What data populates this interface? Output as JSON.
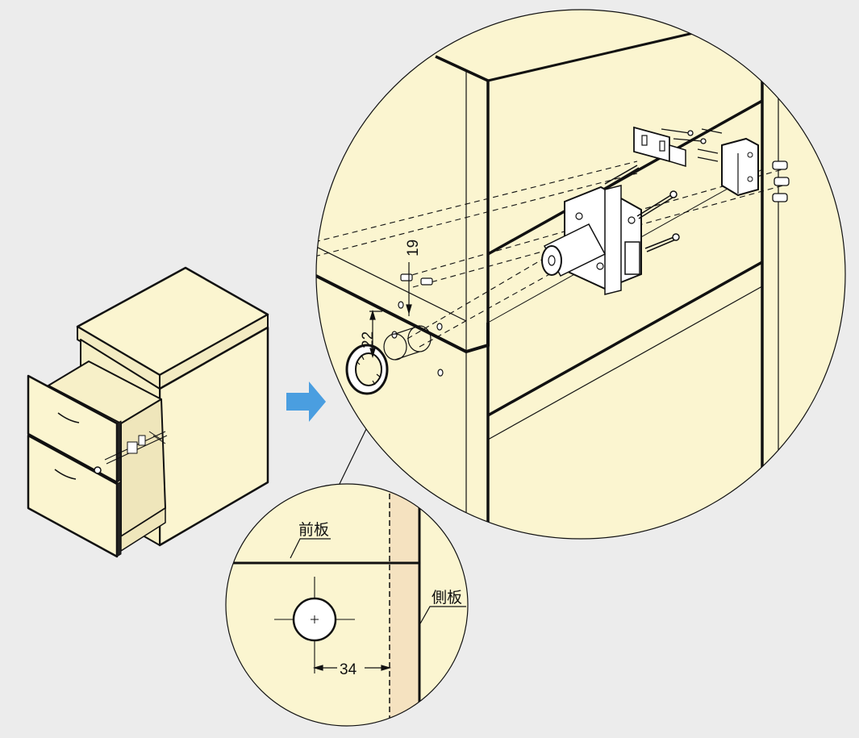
{
  "labels": {
    "front_panel": "前板",
    "side_panel": "側板"
  },
  "dimensions": {
    "hole_to_side": "34",
    "hole_vertical": "22",
    "pin_offset": "19"
  },
  "colors": {
    "background": "#ececec",
    "wood": "#fbf5d0",
    "wood_side": "#f5e2c0",
    "arrow": "#4a9ee0",
    "line": "#111111"
  },
  "icons": {
    "direction_arrow": "arrow-right-icon"
  }
}
